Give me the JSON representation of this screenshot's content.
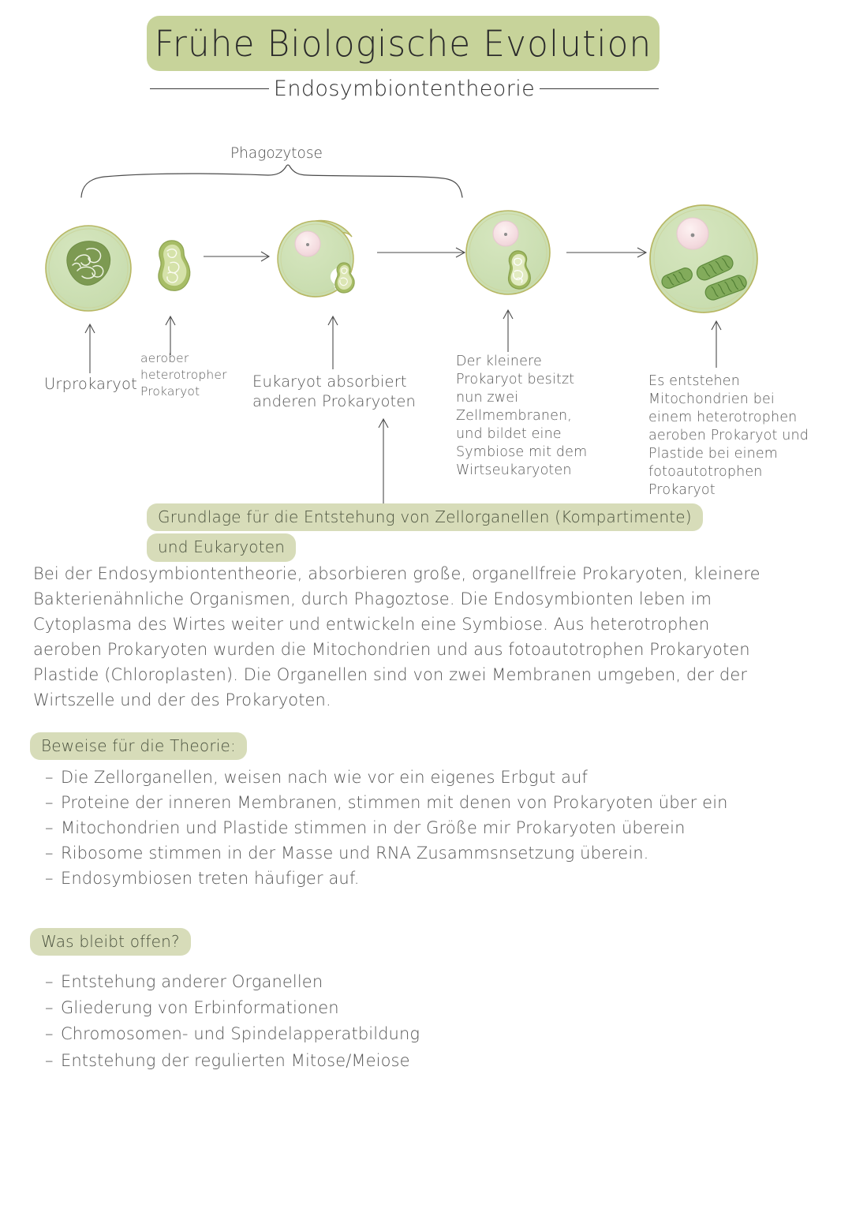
{
  "document": {
    "title": "Frühe Biologische Evolution",
    "subtitle": "Endosymbiontentheorie"
  },
  "colors": {
    "title_banner": "#c7d39a",
    "highlight_banner": "#d7dcb9",
    "cell_body": "#c9ddb0",
    "cell_border": "#b7b663",
    "nucleus": "#f3dce0",
    "organelle_dark": "#7e9b52",
    "mitochondrion": "#6d9a4d",
    "body_text": "#565656"
  },
  "diagram": {
    "brace_label": "Phagozytose",
    "steps": [
      {
        "id": "urprokaryot",
        "label": "Urprokaryot"
      },
      {
        "id": "aerober-prokaryot",
        "label": "aerober\nheterotropher\nProkaryot"
      },
      {
        "id": "eukaryot-absorbiert",
        "label": "Eukaryot absorbiert\nanderen Prokaryoten"
      },
      {
        "id": "kleinerer-prokaryot",
        "label": "Der kleinere\nProkaryot besitzt\nnun zwei\nZellmembranen,\nund bildet eine\nSymbiose mit dem\nWirtseukaryoten"
      },
      {
        "id": "mitochondrien-plastide",
        "label": "Es entstehen\nMitochondrien bei\neinem heterotrophen\naeroben Prokaryot und\nPlastide bei einem\nfotoautotrophen\nProkaryot"
      }
    ],
    "labels": {
      "step1": "Urprokaryot",
      "step2_line1": "aerober",
      "step2_line2": "heterotropher",
      "step2_line3": "Prokaryot",
      "step3_line1": "Eukaryot absorbiert",
      "step3_line2": "anderen Prokaryoten",
      "step4_line1": "Der kleinere",
      "step4_line2": "Prokaryot besitzt",
      "step4_line3": "nun zwei",
      "step4_line4": "Zellmembranen,",
      "step4_line5": "und bildet eine",
      "step4_line6": "Symbiose mit dem",
      "step4_line7": "Wirtseukaryoten",
      "step5_line1": "Es entstehen",
      "step5_line2": "Mitochondrien bei",
      "step5_line3": "einem heterotrophen",
      "step5_line4": "aeroben Prokaryot und",
      "step5_line5": "Plastide bei einem",
      "step5_line6": "fotoautotrophen",
      "step5_line7": "Prokaryot"
    }
  },
  "conclusion_banner": {
    "line1": "Grundlage für die Entstehung von Zellorganellen (Kompartimente)",
    "line2": "und Eukaryoten"
  },
  "paragraph": "Bei der Endosymbiontentheorie, absorbieren große, organellfreie Prokaryoten, kleinere Bakterienähnliche Organismen, durch Phagoztose. Die Endosymbionten leben im Cytoplasma des Wirtes weiter und entwickeln eine Symbiose. Aus heterotrophen aeroben Prokaryoten wurden die Mitochondrien und aus fotoautotrophen Prokaryoten Plastide (Chloroplasten). Die Organellen sind von zwei Membranen umgeben, der der Wirtszelle und der des Prokaryoten.",
  "sections": [
    {
      "id": "beweise",
      "heading": "Beweise für die Theorie:",
      "items": [
        "Die Zellorganellen, weisen nach wie vor ein eigenes Erbgut auf",
        "Proteine der inneren Membranen, stimmen mit denen von Prokaryoten über ein",
        "Mitochondrien und Plastide stimmen in der Größe mir Prokaryoten überein",
        "Ribosome stimmen in der Masse und RNA Zusammsnsetzung überein.",
        "Endosymbiosen treten häufiger auf."
      ]
    },
    {
      "id": "offen",
      "heading": "Was bleibt offen?",
      "items": [
        "Entstehung anderer Organellen",
        "Gliederung von Erbinformationen",
        "Chromosomen- und Spindelapperatbildung",
        "Entstehung der regulierten Mitose/Meiose"
      ]
    }
  ]
}
